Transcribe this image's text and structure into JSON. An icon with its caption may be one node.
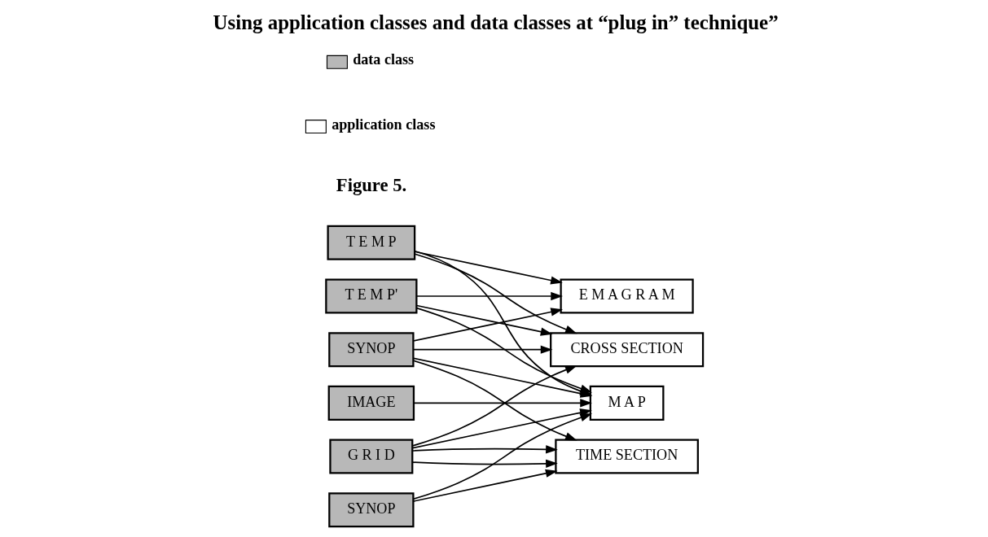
{
  "diagram": {
    "title": "Using application classes and data classes at “plug in” technique”",
    "caption": "Figure 5.",
    "nodes": [
      {
        "text": [
          "E M A G R A M"
        ]
      },
      {
        "text": [
          "M A P"
        ]
      },
      {
        "text": [
          "T E M P"
        ]
      },
      {
        "text": [
          "T E M P'"
        ]
      },
      {
        "text": [
          "SYNOP"
        ]
      },
      {
        "text": [
          "SYNOP"
        ]
      },
      {
        "text": [
          "IMAGE"
        ]
      },
      {
        "text": [
          "G R I D"
        ]
      },
      {
        "text": [
          "CROSS SECTION"
        ]
      },
      {
        "text": [
          "TIME SECTION"
        ]
      }
    ],
    "edges": [
      {
        "from": 2,
        "to": 8,
        "arrow": "to"
      },
      {
        "from": 3,
        "to": 8,
        "arrow": "to"
      },
      {
        "from": 4,
        "to": 8,
        "arrow": "to"
      },
      {
        "from": 4,
        "to": 9,
        "arrow": "to"
      },
      {
        "from": 5,
        "to": 9,
        "arrow": "to"
      },
      {
        "from": 2,
        "to": 0,
        "arrow": "to"
      },
      {
        "from": 2,
        "to": 1,
        "arrow": "to"
      },
      {
        "from": 3,
        "to": 0,
        "arrow": "to"
      },
      {
        "from": 3,
        "to": 1,
        "arrow": "to"
      },
      {
        "from": 4,
        "to": 0,
        "arrow": "to"
      },
      {
        "from": 4,
        "to": 1,
        "arrow": "to"
      },
      {
        "from": 5,
        "to": 1,
        "arrow": "to"
      },
      {
        "from": 6,
        "to": 1,
        "arrow": "to"
      },
      {
        "from": 7,
        "to": 1,
        "arrow": "to"
      },
      {
        "from": 7,
        "to": 9,
        "arrow": "to"
      },
      {
        "from": 7,
        "to": 9,
        "arrow": "to"
      },
      {
        "from": 7,
        "to": 8,
        "arrow": "to"
      }
    ],
    "legend": [
      {
        "text": "data class"
      },
      {
        "text": "application class"
      }
    ]
  }
}
